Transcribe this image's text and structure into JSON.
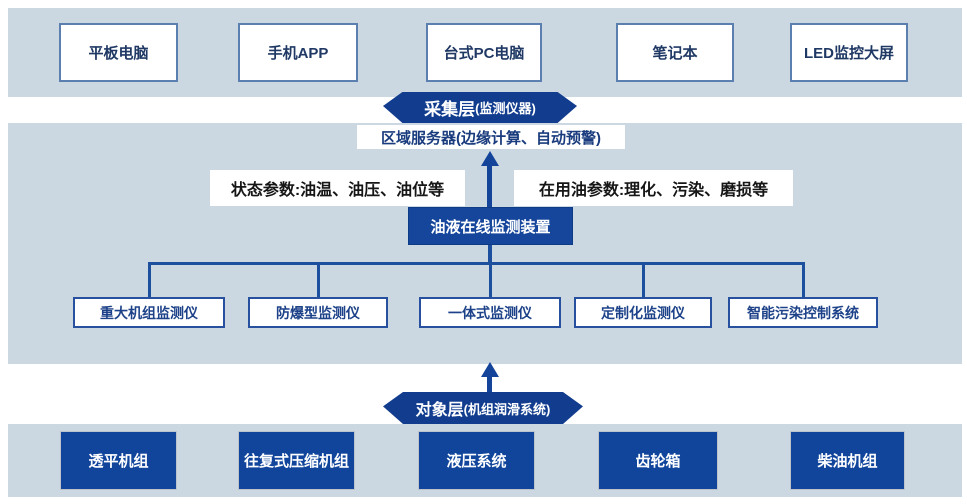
{
  "colors": {
    "band_background": "#ccd8e1",
    "banner_blue": "#123d8f",
    "dark_box_blue": "#15469c",
    "connector_blue": "#1c4f9e",
    "top_box_border": "#5b7fae",
    "instrument_box_border": "#27519e",
    "navy_text": "#1f3864",
    "param_text": "#161616",
    "equipment_box_border": "#bcc3ca"
  },
  "terminal_layer": {
    "boxes": [
      "平板电脑",
      "手机APP",
      "台式PC电脑",
      "笔记本",
      "LED监控大屏"
    ]
  },
  "collection_banner": {
    "title": "采集层",
    "subtitle": "(监测仪器)"
  },
  "monitoring_layer": {
    "server_box": "区域服务器(边缘计算、自动预警)",
    "param_left": "状态参数:油温、油压、油位等",
    "param_right": "在用油参数:理化、污染、磨损等",
    "device_box": "油液在线监测装置",
    "instruments": [
      "重大机组监测仪",
      "防爆型监测仪",
      "一体式监测仪",
      "定制化监测仪",
      "智能污染控制系统"
    ]
  },
  "object_banner": {
    "title": "对象层 ",
    "subtitle": "(机组润滑系统)"
  },
  "equipment_layer": {
    "boxes": [
      "透平机组",
      "往复式压缩机组",
      "液压系统",
      "齿轮箱",
      "柴油机组"
    ]
  }
}
